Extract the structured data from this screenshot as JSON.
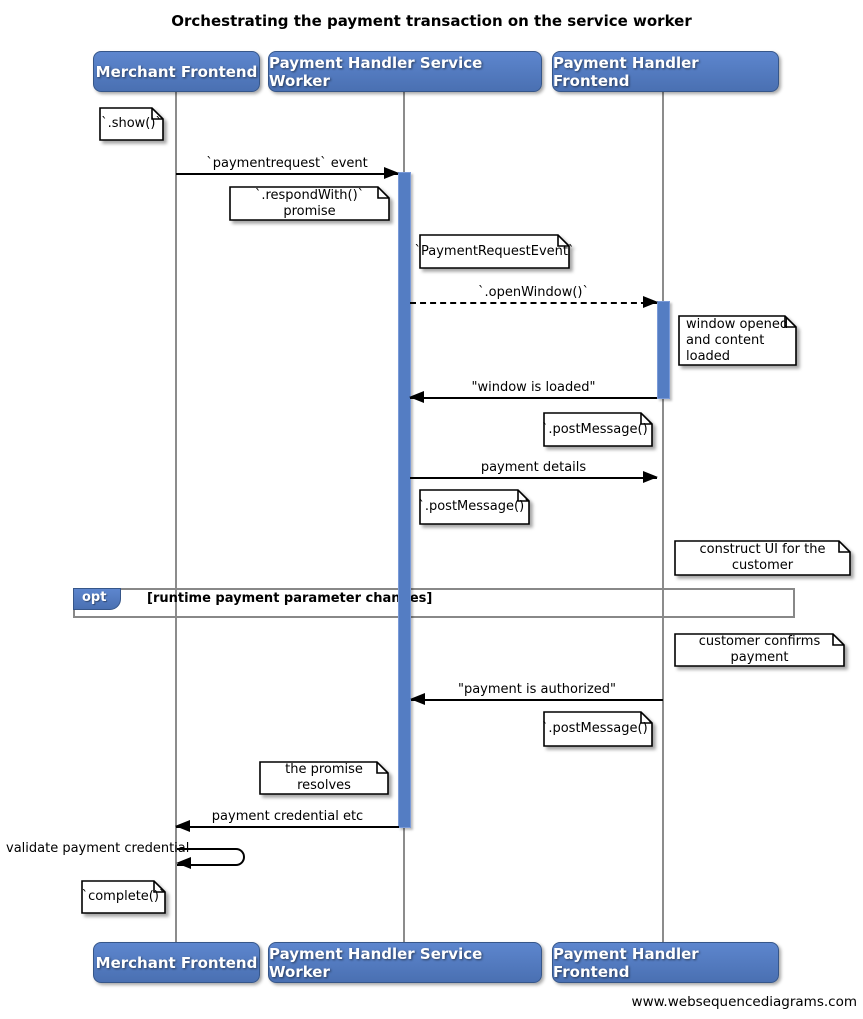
{
  "title": "Orchestrating the payment transaction on the service worker",
  "footer": "www.websequencediagrams.com",
  "colors": {
    "actor_fill_top": "#5D86CE",
    "actor_fill_bottom": "#4A70B2",
    "actor_border": "#365689",
    "activation_fill": "#547DC3",
    "lifeline_gray": "#8C8C8C",
    "frame_border": "#888888",
    "note_fill": "#FFFFFF",
    "text_on_blue": "#FFFFFF"
  },
  "actors": [
    {
      "label": "Merchant Frontend"
    },
    {
      "label": "Payment Handler Service Worker"
    },
    {
      "label": "Payment Handler Frontend"
    }
  ],
  "messages": [
    {
      "label": "`paymentrequest` event",
      "type": "solid",
      "dir": "right",
      "from": "Merchant Frontend",
      "to": "Payment Handler Service Worker"
    },
    {
      "label": "`.openWindow()`",
      "type": "dashed",
      "dir": "right",
      "from": "Payment Handler Service Worker",
      "to": "Payment Handler Frontend"
    },
    {
      "label": "\"window is loaded\"",
      "type": "solid",
      "dir": "left",
      "from": "Payment Handler Frontend",
      "to": "Payment Handler Service Worker"
    },
    {
      "label": "payment details",
      "type": "solid",
      "dir": "right",
      "from": "Payment Handler Service Worker",
      "to": "Payment Handler Frontend"
    },
    {
      "label": "\"payment is authorized\"",
      "type": "solid",
      "dir": "left",
      "from": "Payment Handler Frontend",
      "to": "Payment Handler Service Worker"
    },
    {
      "label": "payment credential etc",
      "type": "solid",
      "dir": "left",
      "from": "Payment Handler Service Worker",
      "to": "Merchant Frontend"
    }
  ],
  "self_message": {
    "label": "validate payment credential",
    "on": "Merchant Frontend"
  },
  "notes": [
    {
      "text": "`.show()`"
    },
    {
      "text": "`.respondWith()` promise"
    },
    {
      "text": "`PaymentRequestEvent`"
    },
    {
      "text": "window opened and content loaded"
    },
    {
      "text": "`.postMessage()`"
    },
    {
      "text": "`.postMessage()`"
    },
    {
      "text": "construct UI for the customer"
    },
    {
      "text": "customer confirms payment"
    },
    {
      "text": "`.postMessage()`"
    },
    {
      "text": "the promise resolves"
    },
    {
      "text": "`complete()`"
    }
  ],
  "fragment": {
    "operator": "opt",
    "guard": "[runtime payment parameter changes]"
  }
}
